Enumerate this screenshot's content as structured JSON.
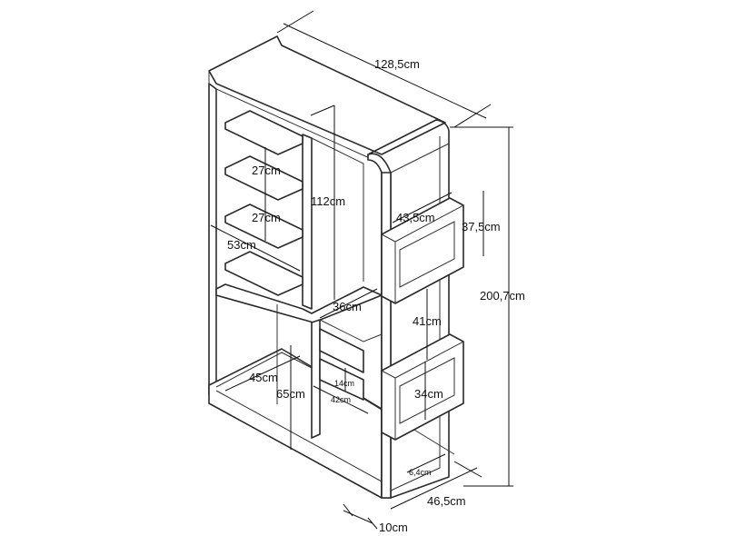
{
  "diagram": {
    "dimensions": {
      "width": "128,5cm",
      "height": "200,7cm",
      "depth": "46,5cm",
      "plinth": "10cm",
      "upper_height": "112cm",
      "shelf_gap_1": "27cm",
      "shelf_gap_2": "27cm",
      "shelf_depth": "53cm",
      "cube_width": "43,5cm",
      "cube_height": "37,5cm",
      "center_width": "36cm",
      "cube_gap": "41cm",
      "lower_width": "45cm",
      "lower_height": "65cm",
      "drawer_height": "14cm",
      "drawer_width": "42cm",
      "lower_cube_height": "34cm",
      "panel_thickness": "6,4cm"
    }
  }
}
